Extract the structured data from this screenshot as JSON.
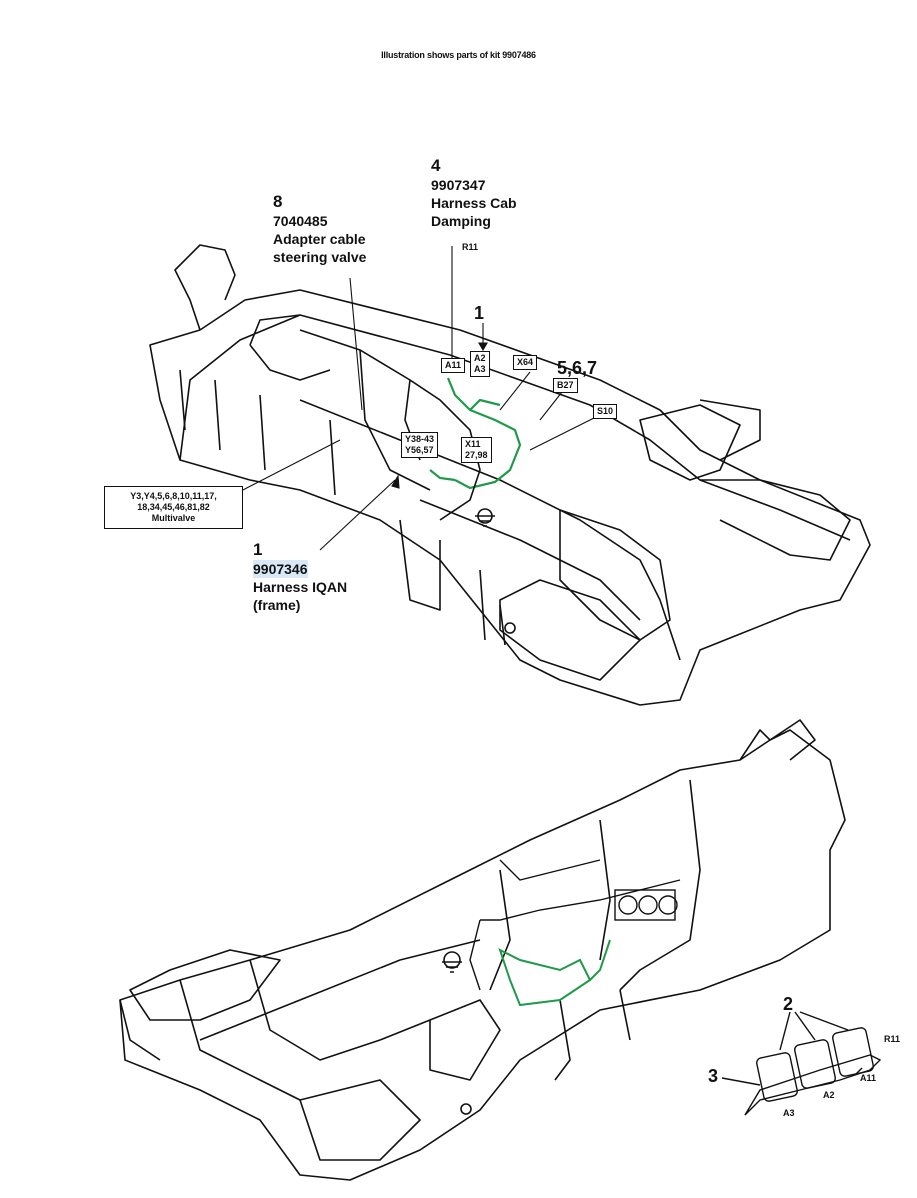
{
  "title": "Illustration shows parts of kit 9907486",
  "callouts": {
    "c4": {
      "num": "4",
      "part": "9907347",
      "desc1": "Harness Cab",
      "desc2": "Damping"
    },
    "c8": {
      "num": "8",
      "part": "7040485",
      "desc1": "Adapter cable",
      "desc2": "steering valve"
    },
    "c1b": {
      "num": "1",
      "part": "9907346",
      "desc1": "Harness IQAN",
      "desc2": "(frame)"
    },
    "c1": {
      "num": "1"
    },
    "c567": {
      "num": "5,6,7"
    }
  },
  "labels": {
    "r11_top": "R11",
    "a11": "A11",
    "a2": "A2",
    "a3": "A3",
    "x64": "X64",
    "b27": "B27",
    "s10": "S10",
    "y3843": "Y38-43",
    "y5657": "Y56,57",
    "x11": "X11",
    "x2798": "27,98"
  },
  "multivalve": {
    "line1": "Y3,Y4,5,6,8,10,11,17,",
    "line2": "18,34,45,46,81,82",
    "line3": "Multivalve"
  },
  "detail": {
    "num2": "2",
    "num3": "3",
    "r11": "R11",
    "a11": "A11",
    "a2": "A2",
    "a3": "A3"
  },
  "colors": {
    "harness": "#1e9a4a",
    "line": "#111111"
  }
}
